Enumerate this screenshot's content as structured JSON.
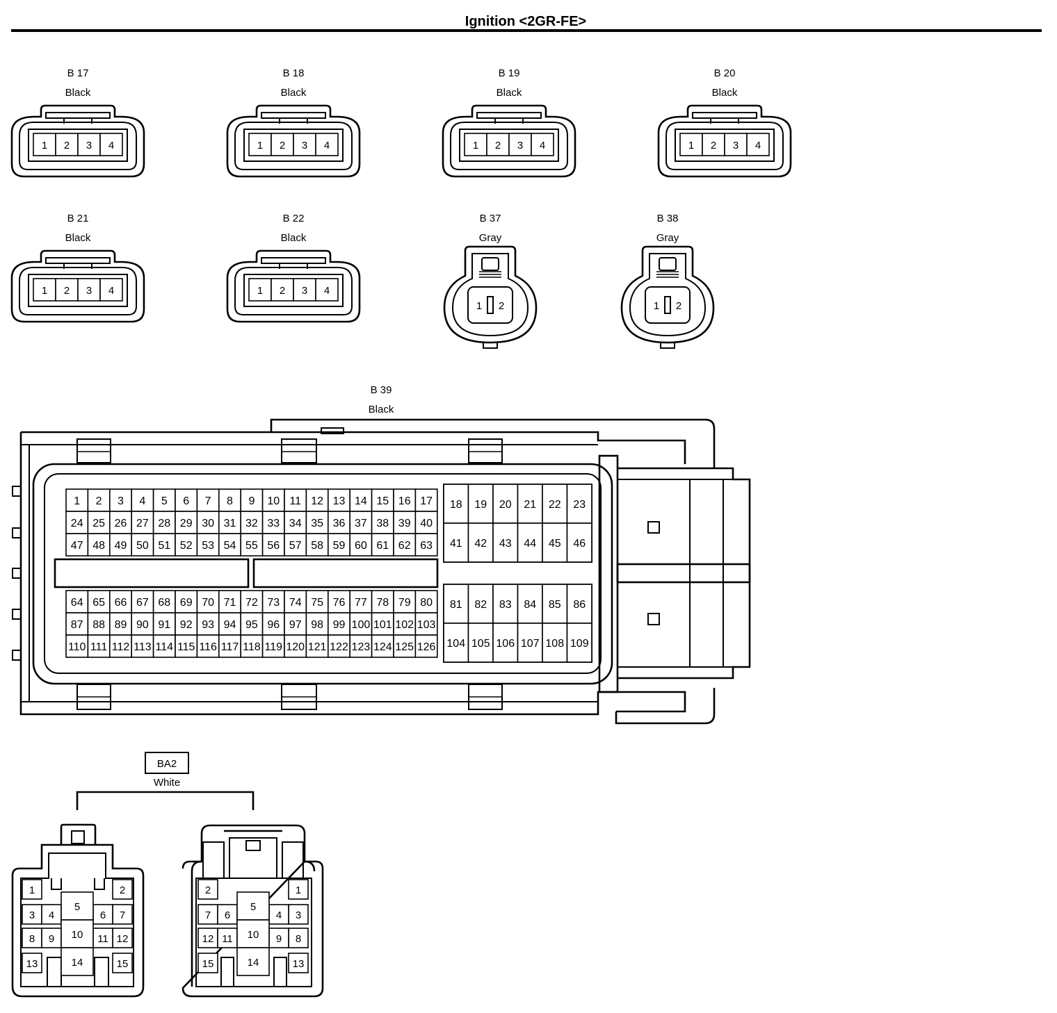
{
  "title": "Ignition <2GR-FE>",
  "connectors_4pin": [
    {
      "id": "B 17",
      "color": "Black",
      "pins": [
        "1",
        "2",
        "3",
        "4"
      ]
    },
    {
      "id": "B 18",
      "color": "Black",
      "pins": [
        "1",
        "2",
        "3",
        "4"
      ]
    },
    {
      "id": "B 19",
      "color": "Black",
      "pins": [
        "1",
        "2",
        "3",
        "4"
      ]
    },
    {
      "id": "B 20",
      "color": "Black",
      "pins": [
        "1",
        "2",
        "3",
        "4"
      ]
    },
    {
      "id": "B 21",
      "color": "Black",
      "pins": [
        "1",
        "2",
        "3",
        "4"
      ]
    },
    {
      "id": "B 22",
      "color": "Black",
      "pins": [
        "1",
        "2",
        "3",
        "4"
      ]
    }
  ],
  "connectors_2pin": [
    {
      "id": "B 37",
      "color": "Gray",
      "pins": [
        "1",
        "2"
      ]
    },
    {
      "id": "B 38",
      "color": "Gray",
      "pins": [
        "1",
        "2"
      ]
    }
  ],
  "ecu": {
    "id": "B 39",
    "color": "Black"
  },
  "ba2": {
    "id": "BA2",
    "color": "White"
  }
}
